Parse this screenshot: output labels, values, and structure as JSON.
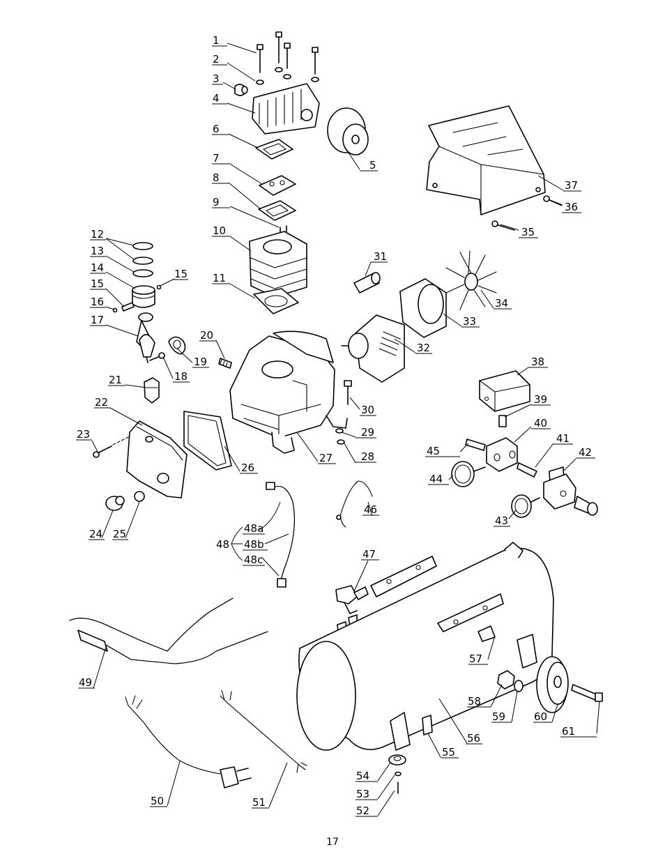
{
  "page_number": "17",
  "labels": {
    "p1": "1",
    "p2": "2",
    "p3": "3",
    "p4": "4",
    "p5": "5",
    "p6": "6",
    "p7": "7",
    "p8": "8",
    "p9": "9",
    "p10": "10",
    "p11": "11",
    "p12": "12",
    "p13": "13",
    "p14": "14",
    "p15a": "15",
    "p15b": "15",
    "p16": "16",
    "p17": "17",
    "p18": "18",
    "p19": "19",
    "p20": "20",
    "p21": "21",
    "p22": "22",
    "p23": "23",
    "p24": "24",
    "p25": "25",
    "p26": "26",
    "p27": "27",
    "p28": "28",
    "p29": "29",
    "p30": "30",
    "p31": "31",
    "p32": "32",
    "p33": "33",
    "p34": "34",
    "p35": "35",
    "p36": "36",
    "p37": "37",
    "p38": "38",
    "p39": "39",
    "p40": "40",
    "p41": "41",
    "p42": "42",
    "p43": "43",
    "p44": "44",
    "p45": "45",
    "p46": "46",
    "p47": "47",
    "p48": "48",
    "p48a": "48a",
    "p48b": "48b",
    "p48c": "48c",
    "p49": "49",
    "p50": "50",
    "p51": "51",
    "p52": "52",
    "p53": "53",
    "p54": "54",
    "p55": "55",
    "p56": "56",
    "p57": "57",
    "p58": "58",
    "p59": "59",
    "p60": "60",
    "p61": "61"
  }
}
